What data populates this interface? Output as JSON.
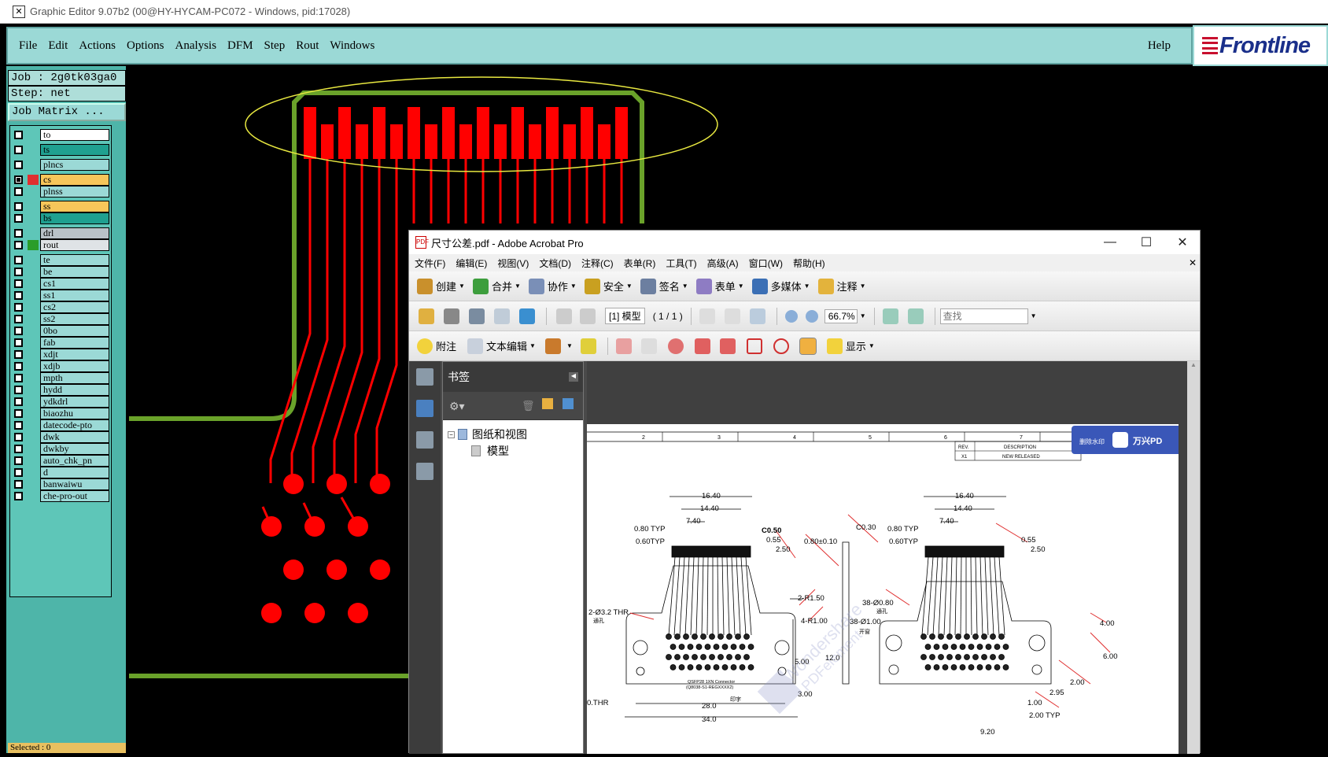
{
  "window": {
    "title": "Graphic Editor 9.07b2 (00@HY-HYCAM-PC072 - Windows, pid:17028)"
  },
  "menu": {
    "items": [
      "File",
      "Edit",
      "Actions",
      "Options",
      "Analysis",
      "DFM",
      "Step",
      "Rout",
      "Windows"
    ],
    "help": "Help"
  },
  "logo": {
    "text": "Frontline"
  },
  "job": {
    "job_label": "Job : 2g0tk03ga0",
    "step_label": "Step: net",
    "matrix_button": "Job Matrix ..."
  },
  "layers": [
    {
      "name": "to",
      "color": "#ffffff"
    },
    {
      "name": "ts",
      "color": "#1fa090"
    },
    {
      "name": "plncs",
      "color": "#9bd9d6"
    },
    {
      "name": "cs",
      "color": "#f7c65a",
      "active": true
    },
    {
      "name": "plnss",
      "color": "#9bd9d6"
    },
    {
      "name": "ss",
      "color": "#f7c65a"
    },
    {
      "name": "bs",
      "color": "#1fa090"
    },
    {
      "name": "drl",
      "color": "#b9c2c8"
    },
    {
      "name": "rout",
      "color": "#dfe3e6",
      "swatch": "#2a9d2a"
    },
    {
      "name": "te",
      "color": "#9bd9d6"
    },
    {
      "name": "be",
      "color": "#9bd9d6"
    },
    {
      "name": "cs1",
      "color": "#9bd9d6"
    },
    {
      "name": "ss1",
      "color": "#9bd9d6"
    },
    {
      "name": "cs2",
      "color": "#9bd9d6"
    },
    {
      "name": "ss2",
      "color": "#9bd9d6"
    },
    {
      "name": "0bo",
      "color": "#9bd9d6"
    },
    {
      "name": "fab",
      "color": "#9bd9d6"
    },
    {
      "name": "xdjt",
      "color": "#9bd9d6"
    },
    {
      "name": "xdjb",
      "color": "#9bd9d6"
    },
    {
      "name": "mpth",
      "color": "#9bd9d6"
    },
    {
      "name": "hydd",
      "color": "#9bd9d6"
    },
    {
      "name": "ydkdrl",
      "color": "#9bd9d6"
    },
    {
      "name": "biaozhu",
      "color": "#9bd9d6"
    },
    {
      "name": "datecode-pto",
      "color": "#9bd9d6"
    },
    {
      "name": "dwk",
      "color": "#9bd9d6"
    },
    {
      "name": "dwkby",
      "color": "#9bd9d6"
    },
    {
      "name": "auto_chk_pn",
      "color": "#9bd9d6"
    },
    {
      "name": "d",
      "color": "#9bd9d6"
    },
    {
      "name": "banwaiwu",
      "color": "#9bd9d6"
    },
    {
      "name": "che-pro-out",
      "color": "#9bd9d6"
    }
  ],
  "status": {
    "selected": "Selected : 0"
  },
  "acrobat": {
    "title": "尺寸公差.pdf - Adobe Acrobat Pro",
    "menu": [
      "文件(F)",
      "编辑(E)",
      "视图(V)",
      "文档(D)",
      "注释(C)",
      "表单(R)",
      "工具(T)",
      "高级(A)",
      "窗口(W)",
      "帮助(H)"
    ],
    "toolbar1": [
      "创建",
      "合并",
      "协作",
      "安全",
      "签名",
      "表单",
      "多媒体",
      "注释"
    ],
    "page_field": "[1] 模型",
    "page_count": "( 1 / 1 )",
    "zoom": "66.7%",
    "search_placeholder": "查找",
    "toolbar3": {
      "note": "附注",
      "text_edit": "文本编辑",
      "show": "显示"
    },
    "bookmarks": {
      "header": "书签",
      "root": "图纸和视图",
      "child": "模型"
    },
    "drawing": {
      "title_block": {
        "rev": "REV.",
        "desc": "DESCRIPTION",
        "rev_val": "X1",
        "desc_val": "NEW RELEASED"
      },
      "columns": [
        "2",
        "3",
        "4",
        "5",
        "6",
        "7"
      ],
      "watermark_btn": "删除水印",
      "watermark_brand": "万兴PD",
      "dims_left": [
        "16.40",
        "14.40",
        "7.40",
        "0.80 TYP",
        "0.60TYP",
        "C0.50",
        "0.55",
        "2.50",
        "2-Ø3.2 THR",
        "通孔",
        "28.0",
        "34.0",
        "印字",
        "0.THR"
      ],
      "dims_mid": [
        "0.80±0.10",
        "C0.30",
        "2-R1.50",
        "4-R1.00",
        "5.00",
        "12.0",
        "3.00"
      ],
      "dims_right": [
        "16.40",
        "14.40",
        "7.40",
        "0.80 TYP",
        "0.60TYP",
        "0.55",
        "2.50",
        "38-Ø0.80",
        "通孔",
        "38-Ø1.00",
        "开窗",
        "4.00",
        "6.00",
        "2.00",
        "2.95",
        "1.00",
        "2.00 TYP",
        "9.20"
      ],
      "connector_label": "QSFP28 1XN Connector",
      "connector_pn": "(Q8038-S1-REGXXXX2)",
      "wm_text1": "Wondershare",
      "wm_text2": "PDFelement"
    }
  }
}
